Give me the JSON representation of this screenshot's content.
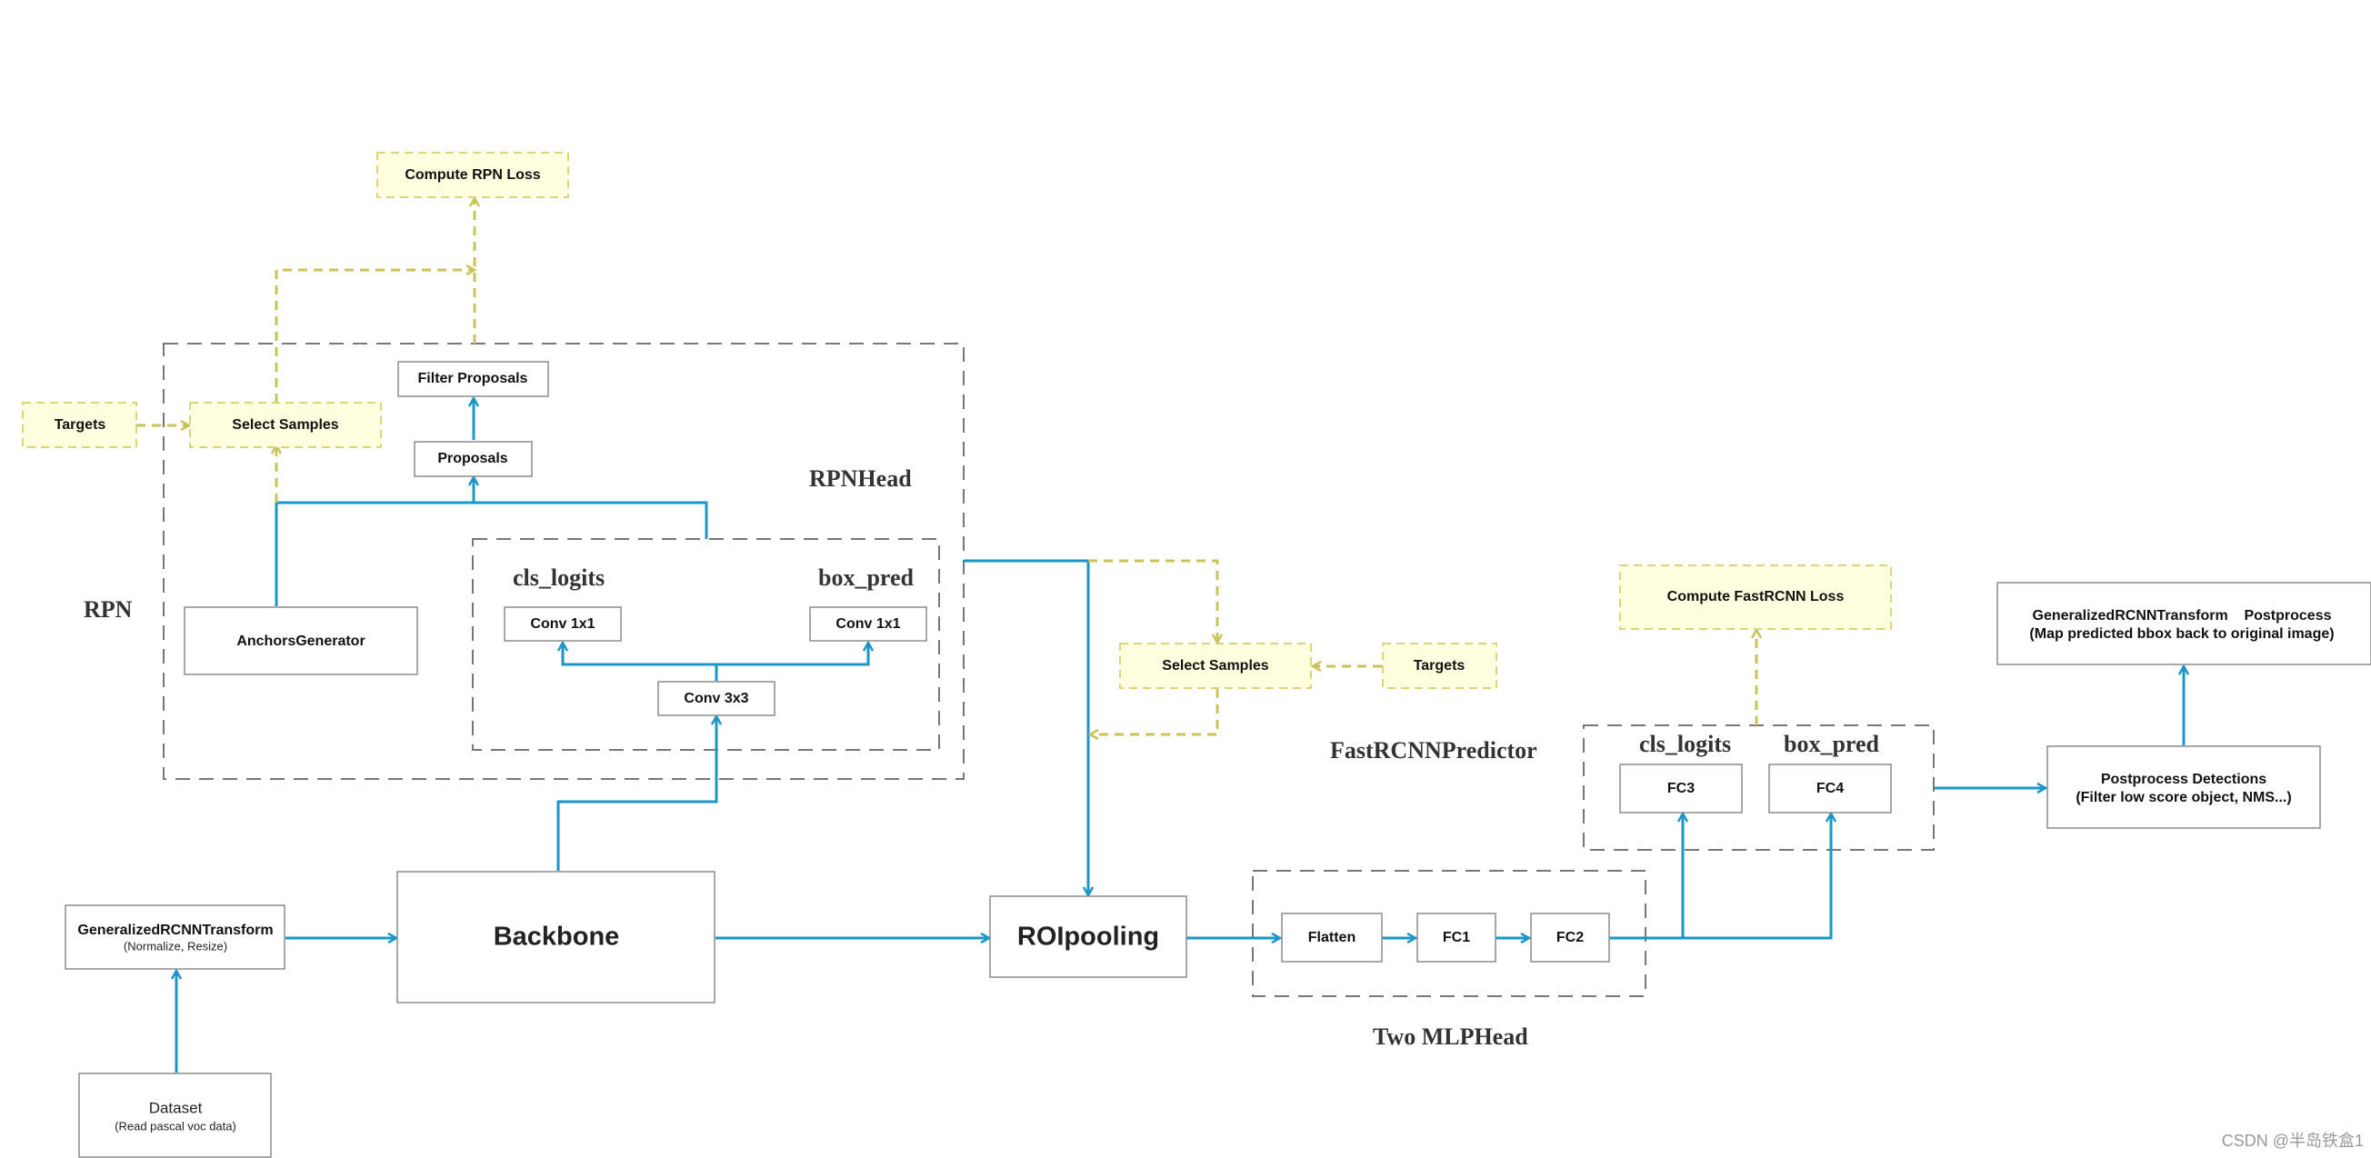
{
  "groups": {
    "rpn": "RPN",
    "rpn_head": "RPNHead",
    "fast_rcnn_predictor": "FastRCNNPredictor",
    "two_mlp_head": "Two MLPHead"
  },
  "nodes": {
    "compute_rpn_loss": "Compute RPN Loss",
    "targets_rpn": "Targets",
    "select_samples_rpn": "Select Samples",
    "filter_proposals": "Filter Proposals",
    "proposals": "Proposals",
    "anchors_generator": "AnchorsGenerator",
    "rpn_cls_logits": "cls_logits",
    "rpn_box_pred": "box_pred",
    "rpn_conv_cls": "Conv 1x1",
    "rpn_conv_box": "Conv 1x1",
    "rpn_conv3x3": "Conv 3x3",
    "backbone": "Backbone",
    "transform_title": "GeneralizedRCNNTransform",
    "transform_sub": "(Normalize, Resize)",
    "dataset_title": "Dataset",
    "dataset_sub": "(Read pascal voc data)",
    "roi_pooling": "ROIpooling",
    "select_samples_roi": "Select Samples",
    "targets_roi": "Targets",
    "flatten": "Flatten",
    "fc1": "FC1",
    "fc2": "FC2",
    "fc3": "FC3",
    "fc4": "FC4",
    "pred_cls_logits": "cls_logits",
    "pred_box_pred": "box_pred",
    "compute_fastrcnn_loss": "Compute FastRCNN Loss",
    "postprocess_transform_title": "GeneralizedRCNNTransform    Postprocess",
    "postprocess_transform_sub": "(Map predicted bbox back to original image)",
    "postprocess_det_title": "Postprocess Detections",
    "postprocess_det_sub": "(Filter low score object,  NMS...)"
  },
  "watermark": "CSDN @半岛铁盒1",
  "colors": {
    "flow": "#1a96c8",
    "loss_flow": "#c8c45a",
    "loss_box_fill": "#ffffe0"
  }
}
